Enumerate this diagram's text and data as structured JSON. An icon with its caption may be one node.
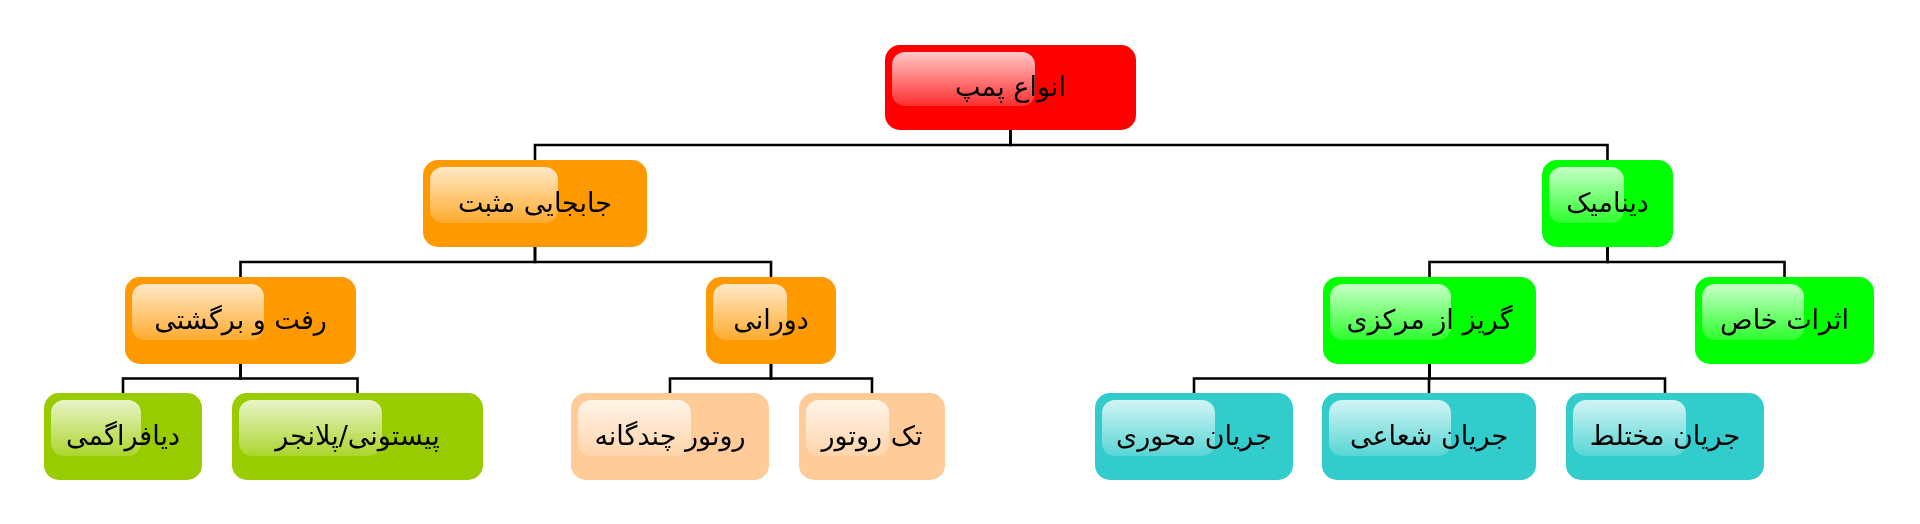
{
  "diagram": {
    "nodes": [
      {
        "text": [
          "انواع پمپ"
        ]
      },
      {
        "text": [
          "دینامیک"
        ]
      },
      {
        "text": [
          "جابجایی مثبت"
        ]
      },
      {
        "text": [
          "اثرات خاص"
        ]
      },
      {
        "text": [
          "گریز از مرکزی"
        ]
      },
      {
        "text": [
          "دورانی"
        ]
      },
      {
        "text": [
          "رفت و برگشتی"
        ]
      },
      {
        "text": [
          "جریان مختلط"
        ]
      },
      {
        "text": [
          "جریان شعاعی"
        ]
      },
      {
        "text": [
          "جریان محوری"
        ]
      },
      {
        "text": [
          "تک روتور"
        ]
      },
      {
        "text": [
          "روتور چندگانه"
        ]
      },
      {
        "text": [
          "پیستونی/پلانجر"
        ]
      },
      {
        "text": [
          "دیافراگمی"
        ]
      }
    ],
    "edges": [
      {
        "from": 0,
        "to": 1,
        "arrow": "none"
      },
      {
        "from": 0,
        "to": 2,
        "arrow": "none"
      },
      {
        "from": 1,
        "to": 3,
        "arrow": "none"
      },
      {
        "from": 1,
        "to": 4,
        "arrow": "none"
      },
      {
        "from": 2,
        "to": 5,
        "arrow": "none"
      },
      {
        "from": 2,
        "to": 6,
        "arrow": "none"
      },
      {
        "from": 4,
        "to": 7,
        "arrow": "none"
      },
      {
        "from": 4,
        "to": 8,
        "arrow": "none"
      },
      {
        "from": 4,
        "to": 9,
        "arrow": "none"
      },
      {
        "from": 5,
        "to": 10,
        "arrow": "none"
      },
      {
        "from": 5,
        "to": 11,
        "arrow": "none"
      },
      {
        "from": 6,
        "to": 12,
        "arrow": "none"
      },
      {
        "from": 6,
        "to": 13,
        "arrow": "none"
      }
    ]
  }
}
